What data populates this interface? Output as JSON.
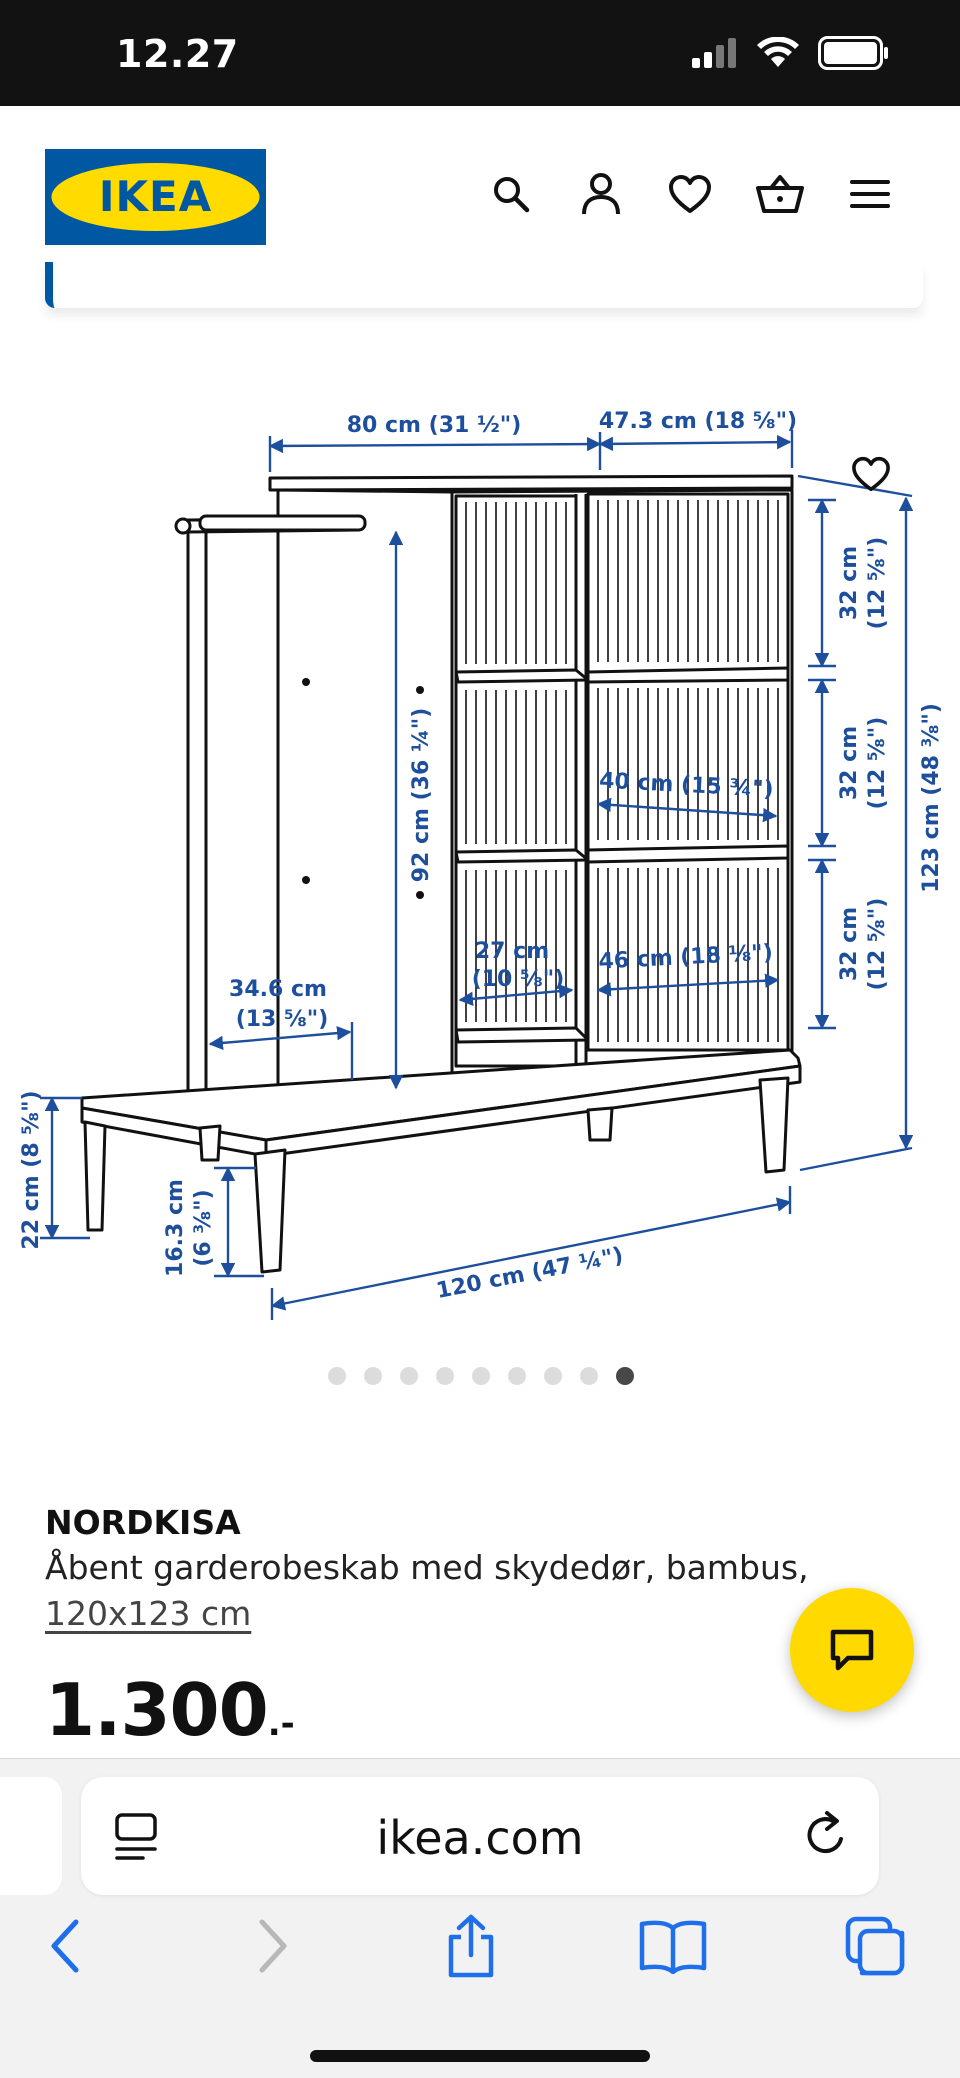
{
  "status": {
    "time": "12.27"
  },
  "header": {
    "logo_text": "IKEA",
    "colors": {
      "logo_blue": "#0058a3",
      "logo_yellow": "#ffdb00"
    },
    "icons": [
      "search-icon",
      "user-icon",
      "heart-icon",
      "basket-icon",
      "menu-icon"
    ]
  },
  "diagram": {
    "labels": {
      "top_width": "80 cm (31 ½\")",
      "top_depth": "47.3 cm (18 ⅝\")",
      "shelf1_h": "32 cm",
      "shelf1_h_in": "(12 ⅝\")",
      "shelf2_h": "32 cm",
      "shelf2_h_in": "(12 ⅝\")",
      "shelf3_h": "32 cm",
      "shelf3_h_in": "(12 ⅝\")",
      "total_height": "123 cm (48 ⅜\")",
      "inner_height": "92 cm (36 ¼\")",
      "shelf_depth": "40 cm (15 ¾\")",
      "inner_width_a": "27 cm",
      "inner_width_b": "(10 ⅝\")",
      "drawer_width": "46 cm (18 ⅛\")",
      "bench_depth_a": "34.6 cm",
      "bench_depth_b": "(13 ⅝\")",
      "bench_height": "22 cm (8 ⅝\")",
      "leg_height_a": "16.3 cm",
      "leg_height_b": "(6 ⅜\")",
      "total_width": "120 cm (47 ¼\")"
    },
    "line_color": "#1d4f9c",
    "dots_total": 9,
    "dots_active": 9
  },
  "product": {
    "name": "NORDKISA",
    "description": "Åbent garderobeskab med skydedør, bambus,",
    "size": "120x123 cm",
    "price": "1.300",
    "price_suffix": ".-"
  },
  "browser": {
    "url": "ikea.com"
  }
}
